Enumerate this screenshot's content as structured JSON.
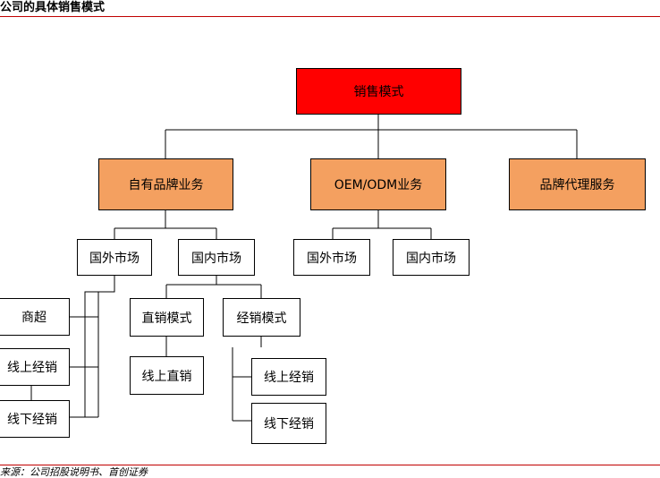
{
  "title": "公司的具体销售模式",
  "source": "来源：公司招股说明书、首创证券",
  "colors": {
    "root_fill": "#ff0000",
    "level1_fill": "#f4a060",
    "rule": "#c00000"
  },
  "diagram": {
    "root": "销售模式",
    "own_brand": "自有品牌业务",
    "oem_odm": "OEM/ODM业务",
    "brand_agency": "品牌代理服务",
    "own_foreign": "国外市场",
    "own_domestic": "国内市场",
    "oem_foreign": "国外市场",
    "oem_domestic": "国内市场",
    "supermarket": "商超",
    "foreign_online_distribution": "线上经销",
    "foreign_offline_distribution": "线下经销",
    "direct_sales_mode": "直销模式",
    "distribution_mode": "经销模式",
    "online_direct": "线上直销",
    "domestic_online_distribution": "线上经销",
    "domestic_offline_distribution": "线下经销"
  }
}
